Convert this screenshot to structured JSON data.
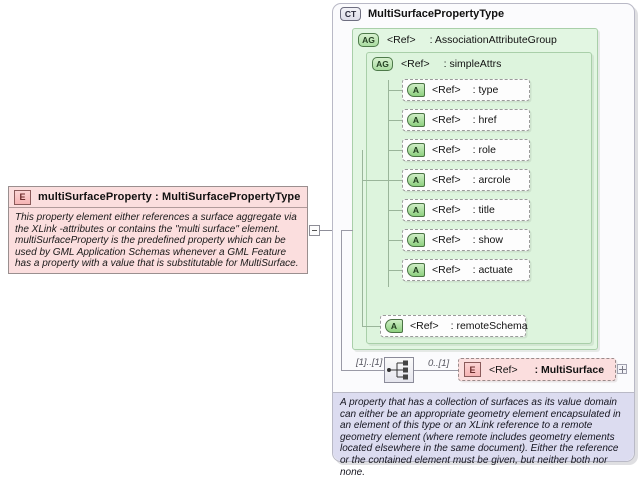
{
  "left_element": {
    "icon": "element-icon",
    "icon_label": "E",
    "name": "multiSurfaceProperty",
    "separator": ":",
    "type": "MultiSurfacePropertyType",
    "title": "multiSurfaceProperty  :  MultiSurfacePropertyType",
    "documentation": "This property element either references a surface aggregate via the XLink -attributes or contains the \"multi surface\" element. multiSurfaceProperty is the predefined property which can be used by GML Application Schemas whenever a GML Feature has a property with a value that is substitutable for MultiSurface.",
    "collapse_control": "minus"
  },
  "complex_type": {
    "icon": "complextype-icon",
    "icon_label": "CT",
    "name": "MultiSurfacePropertyType",
    "documentation": "A property that has a collection of surfaces as its value domain can either be an appropriate geometry element encapsulated in an element of this type or an XLink reference to a remote geometry element (where remote includes geometry elements located elsewhere in the same document). Either the reference or the contained element must be given, but neither both nor none."
  },
  "attribute_group_outer": {
    "icon": "attributegroup-icon",
    "icon_label": "AG",
    "ref": "<Ref>",
    "separator": ":",
    "name": "AssociationAttributeGroup"
  },
  "attribute_group_inner": {
    "icon": "attributegroup-icon",
    "icon_label": "AG",
    "ref": "<Ref>",
    "separator": ":",
    "name": "simpleAttrs"
  },
  "attributes": [
    {
      "icon_label": "A",
      "ref": "<Ref>",
      "name": ": type"
    },
    {
      "icon_label": "A",
      "ref": "<Ref>",
      "name": ": href"
    },
    {
      "icon_label": "A",
      "ref": "<Ref>",
      "name": ": role"
    },
    {
      "icon_label": "A",
      "ref": "<Ref>",
      "name": ": arcrole"
    },
    {
      "icon_label": "A",
      "ref": "<Ref>",
      "name": ": title"
    },
    {
      "icon_label": "A",
      "ref": "<Ref>",
      "name": ": show"
    },
    {
      "icon_label": "A",
      "ref": "<Ref>",
      "name": ": actuate"
    }
  ],
  "remote_schema_attribute": {
    "icon_label": "A",
    "ref": "<Ref>",
    "name": ": remoteSchema"
  },
  "sequence": {
    "icon": "sequence-compositor-icon",
    "cardinality_left": "[1]..[1]",
    "cardinality_right": "0..[1]"
  },
  "multi_surface_element": {
    "icon_label": "E",
    "ref": "<Ref>",
    "separator": ":",
    "name": ": MultiSurface",
    "expand_control": "plus"
  },
  "colors": {
    "element_pink": "#fbdede",
    "group_green": "#e2f6e2",
    "group_green_inner": "#ddf4dd",
    "doc_lavender": "#dcdcf0",
    "box_border": "#b9b9c6",
    "green_border": "#a9cfa9"
  }
}
